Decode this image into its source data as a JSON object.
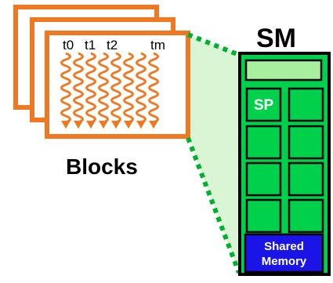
{
  "blocks": {
    "thread_labels": [
      "t0",
      "t1",
      "t2",
      "tm"
    ],
    "label": "Blocks"
  },
  "sm": {
    "title": "SM",
    "sp_label": "SP",
    "shared_memory_lines": [
      "Shared",
      "Memory"
    ]
  },
  "colors": {
    "orange": "#F07820",
    "green": "#00D14A",
    "light_green": "#A8F0A0",
    "dotted_green": "#00B030",
    "shared_blue": "#1A14E6",
    "wedge": "#D9F5D3"
  }
}
